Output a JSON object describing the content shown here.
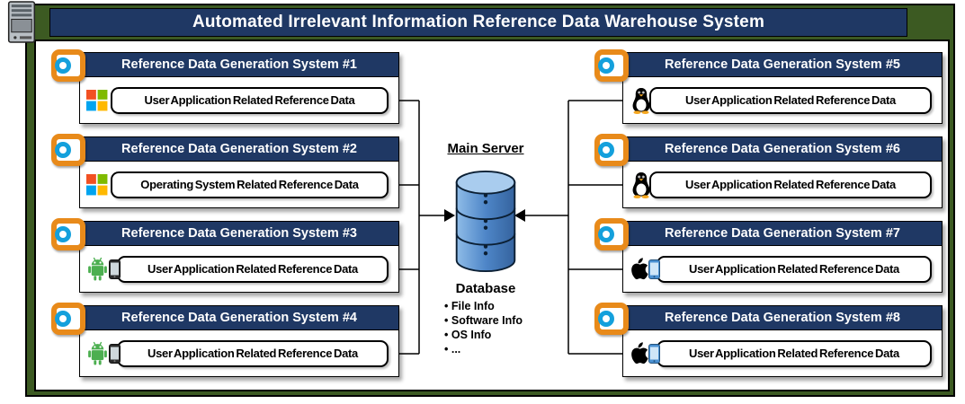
{
  "title": "Automated Irrelevant Information Reference Data Warehouse System",
  "systems": [
    {
      "title": "Reference Data Generation System #1",
      "platform": "windows",
      "data_label": "User Application Related Reference Data"
    },
    {
      "title": "Reference Data Generation System #2",
      "platform": "windows",
      "data_label": "Operating System Related Reference Data"
    },
    {
      "title": "Reference Data Generation System #3",
      "platform": "android",
      "data_label": "User Application Related Reference Data"
    },
    {
      "title": "Reference Data Generation System #4",
      "platform": "android",
      "data_label": "User Application Related Reference Data"
    },
    {
      "title": "Reference Data Generation System #5",
      "platform": "linux",
      "data_label": "User Application Related Reference Data"
    },
    {
      "title": "Reference Data Generation System #6",
      "platform": "linux",
      "data_label": "User Application Related Reference Data"
    },
    {
      "title": "Reference Data Generation System #7",
      "platform": "apple",
      "data_label": "User Application Related Reference Data"
    },
    {
      "title": "Reference Data Generation System #8",
      "platform": "apple",
      "data_label": "User Application Related Reference Data"
    }
  ],
  "center": {
    "main_server_label": "Main Server",
    "database_label": "Database",
    "bullets": [
      "File Info",
      "Software Info",
      "OS Info",
      "..."
    ]
  },
  "colors": {
    "frame_green": "#3C5A22",
    "header_navy": "#1F3864",
    "db_blue": "#4E86C8",
    "icon_orange": "#E88A1A",
    "icon_blue": "#14A0DC"
  }
}
